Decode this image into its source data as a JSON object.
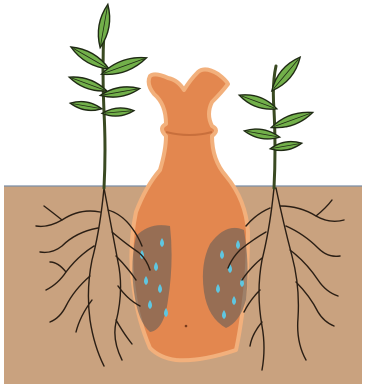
{
  "diagram": {
    "subject": "olla-irrigation",
    "elements": [
      "sky",
      "soil",
      "clay-pot",
      "wet-soil-zone",
      "water-droplets",
      "plant",
      "roots",
      "leaves"
    ],
    "plants": [
      {
        "id": "left",
        "leaf_count": 7
      },
      {
        "id": "right",
        "leaf_count": 5
      }
    ],
    "water_droplets": {
      "left_zone": 7,
      "right_zone": 7
    },
    "colors": {
      "sky": "#ffffff",
      "soil": "#c9a27f",
      "soil_line": "#7c8fa6",
      "pot": "#e3874f",
      "pot_outline": "#f2b07c",
      "wet_zone": "#5a5a5a",
      "droplet": "#5fc6e0",
      "leaf": "#72b04a",
      "leaf_outline": "#1f2a14",
      "stem": "#3a4a22",
      "root": "#2a1e14"
    }
  }
}
